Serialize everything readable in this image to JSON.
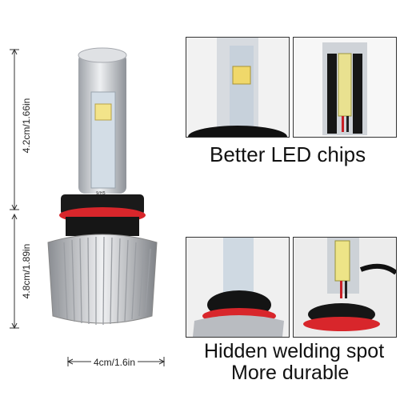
{
  "dimensions": {
    "upper_height": "4.2cm/1.66in",
    "lower_height": "4.8cm/1.89in",
    "width": "4cm/1.6in"
  },
  "captions": {
    "top": "Better LED chips",
    "bottom_line1": "Hidden welding spot",
    "bottom_line2": "More durable"
  },
  "colors": {
    "seal_ring": "#d8262b",
    "led_chip": "#f3e48a",
    "heatsink": "#c9ccd1"
  }
}
